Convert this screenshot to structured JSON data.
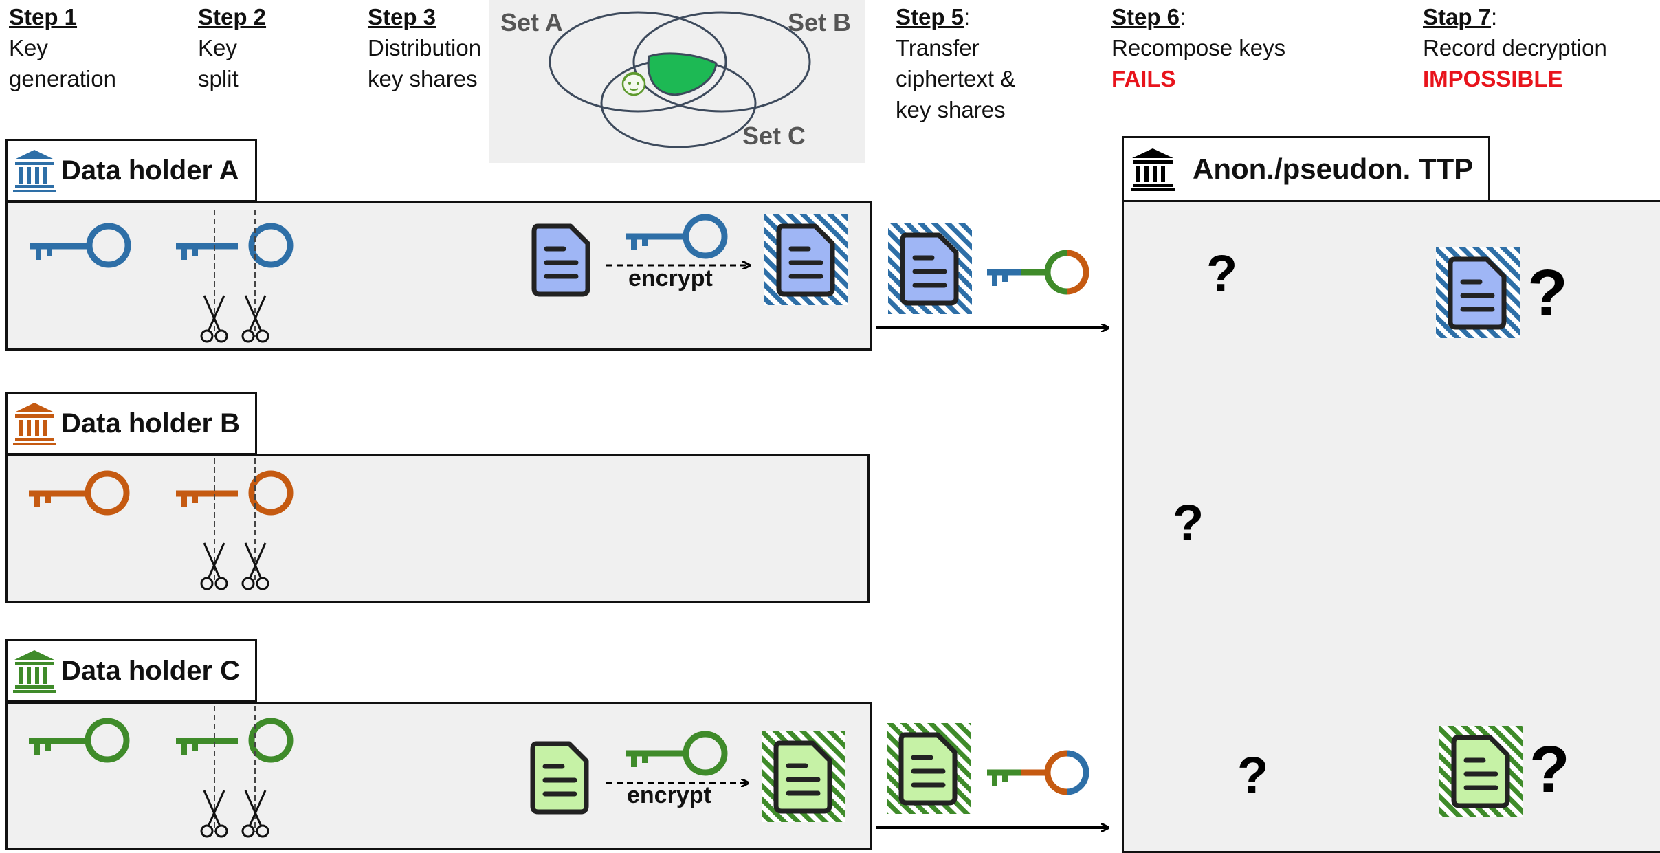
{
  "steps": [
    {
      "title": "Step 1",
      "lines": [
        "Key",
        "generation"
      ]
    },
    {
      "title": "Step 2",
      "lines": [
        "Key",
        "split"
      ]
    },
    {
      "title": "Step 3",
      "lines": [
        "Distribution",
        "key shares"
      ]
    },
    {
      "title": "Step 5",
      "suffix": ":",
      "lines": [
        "Transfer",
        "ciphertext &",
        "key shares"
      ]
    },
    {
      "title": "Step 6",
      "suffix": ":",
      "lines": [
        "Recompose keys"
      ],
      "status": "FAILS"
    },
    {
      "title": "Stap 7",
      "suffix": ":",
      "lines": [
        "Record decryption"
      ],
      "status": "IMPOSSIBLE"
    }
  ],
  "venn": {
    "set_a": "Set A",
    "set_b": "Set B",
    "set_c": "Set C"
  },
  "holders": [
    {
      "label": "Data holder A",
      "color": "#2e6fa7"
    },
    {
      "label": "Data holder B",
      "color": "#c55a11"
    },
    {
      "label": "Data holder C",
      "color": "#3f8b2a"
    }
  ],
  "ttp": {
    "label": "Anon./pseudon. TTP",
    "color": "#000000"
  },
  "encrypt_label": "encrypt",
  "question_mark": "?",
  "colors": {
    "blue": "#2e6fa7",
    "orange": "#c55a11",
    "green": "#3f8b2a",
    "doc_blue": "#9fb6f5",
    "doc_green": "#c6f2a6",
    "overlap": "#1db954",
    "fail": "#e8141c",
    "panel_bg": "#f0f0f0"
  },
  "icons": [
    "institution-icon",
    "key-icon",
    "scissors-icon",
    "document-icon",
    "encrypted-document-icon",
    "person-icon",
    "arrow-icon"
  ]
}
